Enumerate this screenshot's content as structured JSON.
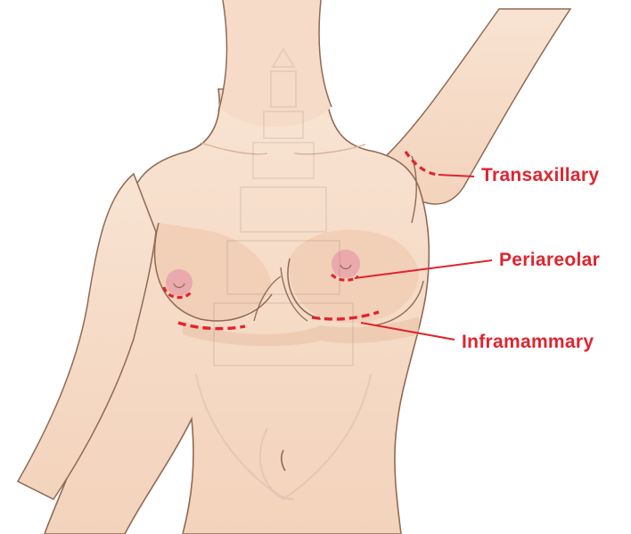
{
  "labels": {
    "transaxillary": "Transaxillary",
    "periareolar": "Periareolar",
    "inframammary": "Inframammary"
  },
  "colors": {
    "skin": "#f6dcc8",
    "skin_shadow": "#eac3a6",
    "outline": "#8f6a55",
    "areola": "#eaa9ad",
    "incision": "#e0242e",
    "label_text": "#e0242e"
  }
}
